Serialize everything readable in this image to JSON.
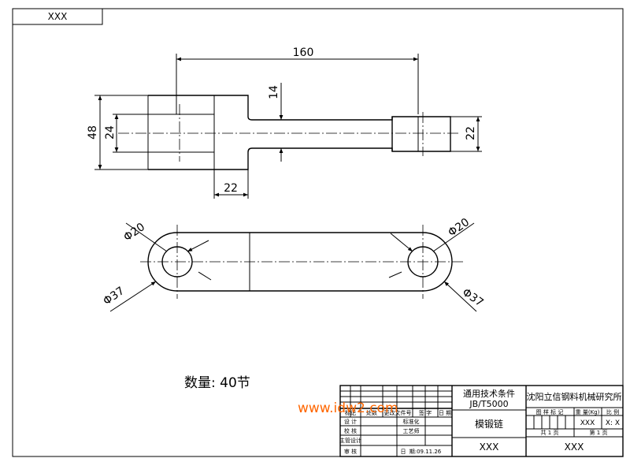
{
  "frame": {
    "corner_label": "XXX"
  },
  "dimensions": {
    "total_length": "160",
    "shank_diameter": "14",
    "head_height": "48",
    "inner_height": "24",
    "right_end_height": "22",
    "neck_length": "22",
    "bore_left": "Φ20",
    "outer_left": "Φ37",
    "bore_right": "Φ20",
    "outer_right": "Φ37"
  },
  "note": {
    "quantity": "数量: 40节"
  },
  "watermark": {
    "text": "www.idw2.com",
    "color": "#ff6600"
  },
  "title_block": {
    "revision_headers": [
      "标记",
      "处数",
      "更改文件号",
      "签 字",
      "日 期"
    ],
    "roles": [
      "设 计",
      "校 核",
      "主管设计",
      "审 核"
    ],
    "roles_right": [
      "标准化",
      "工艺师",
      "日"
    ],
    "date": "期:09.11.26",
    "standard_line1": "通用技术条件",
    "standard_line2": "JB/T5000",
    "part_name": "模锻链",
    "drawing_no": "XXX",
    "institute": "沈阳立信钢料机械研究所",
    "attr_headers": [
      "图 样 标 记",
      "重 量(Kg)",
      "比 例"
    ],
    "weight": "XXX",
    "scale": "X: X",
    "sheets_total": "共 1 页",
    "sheet_no": "第 1 页",
    "code": "XXX"
  }
}
